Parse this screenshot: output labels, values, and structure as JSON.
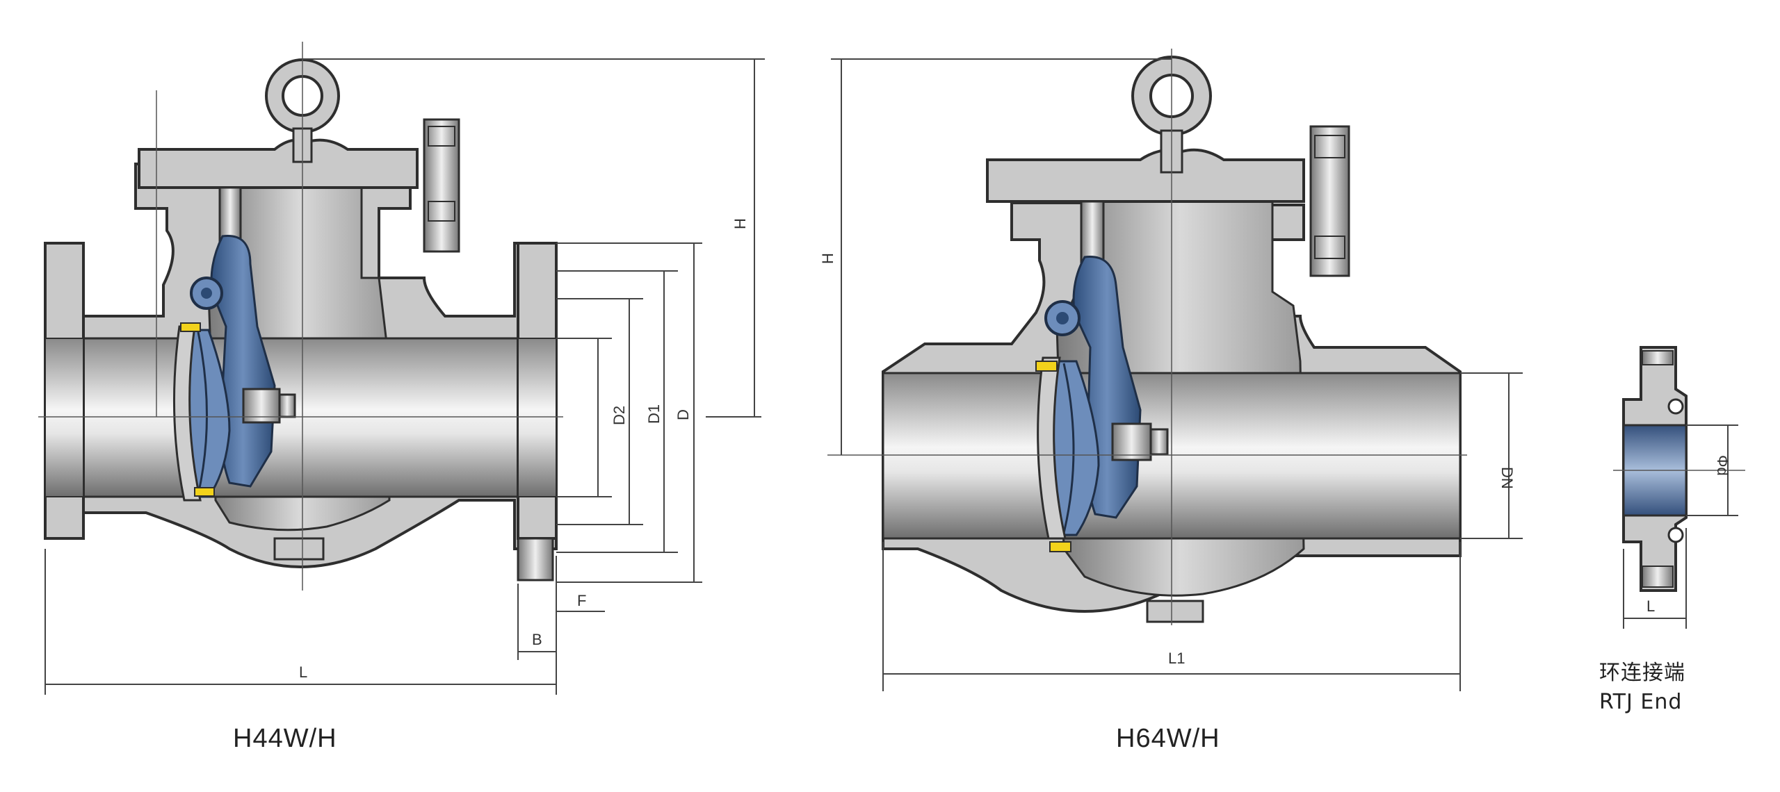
{
  "valves": [
    {
      "model": "H44W/H",
      "dims": {
        "height": "H",
        "length": "L",
        "flange_outer_diameter": "D",
        "bolt_circle_diameter": "D1",
        "raised_face_diameter": "D2",
        "flange_thickness": "B",
        "raised_face_height": "F"
      }
    },
    {
      "model": "H64W/H",
      "dims": {
        "height": "H",
        "length": "L1",
        "nominal_diameter": "DN"
      }
    }
  ],
  "rtj_end": {
    "title_cn": "环连接端",
    "title_en": "RTJ End",
    "dims": {
      "groove_diameter": "Φd",
      "length": "L"
    }
  },
  "colors": {
    "body": "#c9c9c9",
    "outline": "#2e2e2e",
    "bore_light": "#f4f4f4",
    "bore_dark": "#7d7d7d",
    "disc_blue": "#3d5f8f",
    "seal_yellow": "#f2d21b",
    "dim_line": "#444444"
  }
}
